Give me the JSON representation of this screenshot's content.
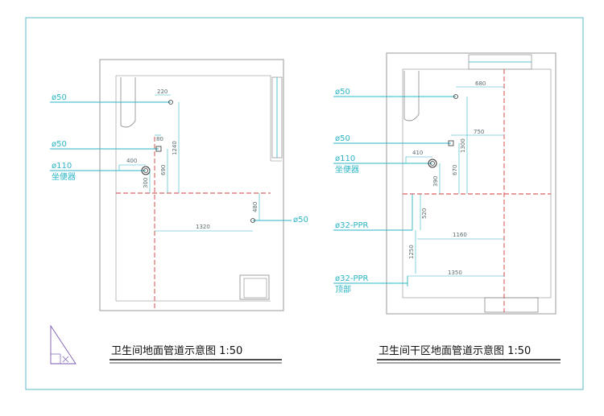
{
  "left_plan": {
    "title": "卫生间地面管道示意图 1:50",
    "labels": {
      "pipe_a": "ø50",
      "pipe_b": "ø50",
      "pipe_c": "ø110",
      "toilet": "坐便器",
      "pipe_right": "ø50"
    },
    "dims": {
      "d220": "220",
      "d80": "80",
      "d400": "400",
      "d1240": "1240",
      "d690": "690",
      "d300": "300",
      "d1320": "1320",
      "d480": "480"
    }
  },
  "right_plan": {
    "title": "卫生间干区地面管道示意图 1:50",
    "labels": {
      "pipe_a": "ø50",
      "pipe_b": "ø50",
      "pipe_c": "ø110",
      "toilet": "坐便器",
      "ppr1": "ø32-PPR",
      "ppr2": "ø32-PPR",
      "top": "顶部"
    },
    "dims": {
      "d680": "680",
      "d750": "750",
      "d410": "410",
      "d1300": "1300",
      "d670": "670",
      "d390": "390",
      "d520": "520",
      "d1250": "1250",
      "d1160": "1160",
      "d1350": "1350"
    }
  },
  "colors": {
    "frame": "#5ab8c8",
    "wall": "#8a8a8a",
    "pipe": "#2bb5c5",
    "axis": "#d63a3a",
    "dim": "#555555",
    "hatch": "#7a5ab0"
  }
}
